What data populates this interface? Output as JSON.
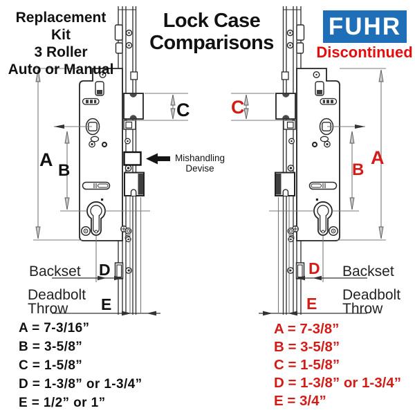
{
  "header": {
    "kit_title_lines": [
      "Replacement Kit",
      "3 Roller",
      "Auto or Manual"
    ],
    "main_title_lines": [
      "Lock Case",
      "Comparisons"
    ],
    "brand_logo": "FUHR",
    "brand_status": "Discontinued"
  },
  "colors": {
    "brand_blue": "#1e6fb8",
    "status_red": "#e60c0c",
    "spec_red": "#d21c17",
    "line_dark": "#2a2a2a"
  },
  "dimension_letters": {
    "a": "A",
    "b": "B",
    "c": "C",
    "d": "D",
    "e": "E"
  },
  "annotations": {
    "backset": "Backset",
    "deadbolt_line1": "Deadbolt",
    "deadbolt_line2": "Throw",
    "mishandling_line1": "Mishandling",
    "mishandling_line2": "Devise"
  },
  "left_specs": [
    "A = 7-3/16”",
    "B = 3-5/8”",
    "C = 1-5/8”",
    "D = 1-3/8” or 1-3/4”",
    "E = 1/2” or 1”"
  ],
  "right_specs": [
    "A = 7-3/8”",
    "B = 3-5/8”",
    "C = 1-5/8”",
    "D = 1-3/8” or 1-3/4”",
    "E = 3/4”"
  ]
}
